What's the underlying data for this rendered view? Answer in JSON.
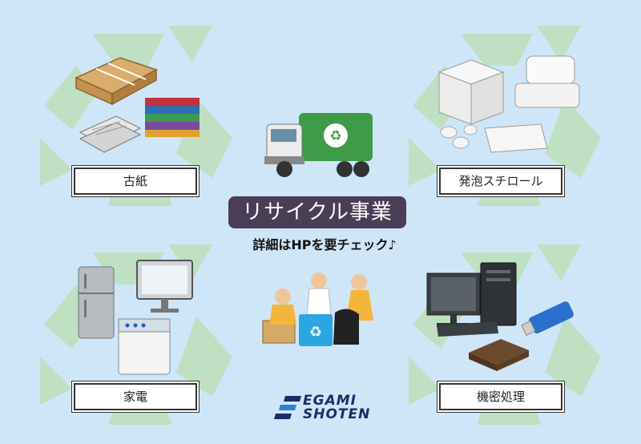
{
  "title": "リサイクル事業",
  "subtitle": "詳細はHPを要チェック♪",
  "categories": {
    "paper": "古紙",
    "styrofoam": "発泡スチロール",
    "appliances": "家電",
    "confidential": "機密処理"
  },
  "logo": {
    "line1": "EGAMI",
    "line2": "SHOTEN"
  },
  "colors": {
    "background": "#cfe6f8",
    "recycle_arrow": "#bfe0c2",
    "title_pill": "#4a3d56",
    "logo_blue": "#1b2a6b",
    "truck_green": "#3f9a4a"
  },
  "icons": [
    "recycle-arrows-icon",
    "garbage-truck-icon",
    "recycling-bin-icon"
  ]
}
